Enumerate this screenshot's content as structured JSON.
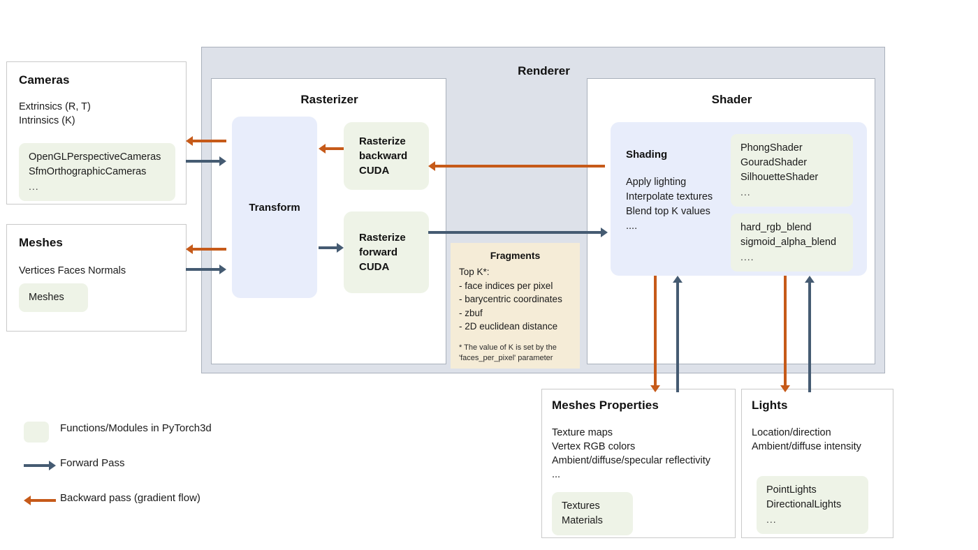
{
  "renderer": {
    "title": "Renderer",
    "rasterizer": {
      "title": "Rasterizer",
      "transform_label": "Transform",
      "rasterize_backward": "Rasterize\nbackward\nCUDA",
      "rasterize_backward_lines": [
        "Rasterize",
        "backward",
        "CUDA"
      ],
      "rasterize_forward_lines": [
        "Rasterize",
        "forward",
        "CUDA"
      ]
    },
    "fragments": {
      "title": "Fragments",
      "lines": [
        "Top K*:",
        "- face indices per pixel",
        "- barycentric coordinates",
        "- zbuf",
        "- 2D euclidean distance"
      ],
      "note_lines": [
        "* The value of K is set by the",
        "'faces_per_pixel' parameter"
      ]
    },
    "shader": {
      "title": "Shader",
      "shading_title": "Shading",
      "shading_lines": [
        "Apply lighting",
        "Interpolate textures",
        "Blend top K values",
        "...."
      ],
      "chip_shaders": [
        "PhongShader",
        "GouradShader",
        "SilhouetteShader",
        "..."
      ],
      "chip_blends": [
        "hard_rgb_blend",
        "sigmoid_alpha_blend",
        "...."
      ]
    }
  },
  "cameras": {
    "title": "Cameras",
    "lines": [
      "Extrinsics (R, T)",
      "Intrinsics (K)"
    ],
    "chip": [
      "OpenGLPerspectiveCameras",
      "SfmOrthographicCameras",
      "..."
    ]
  },
  "meshes": {
    "title": "Meshes",
    "lines": [
      "Vertices   Faces   Normals"
    ],
    "chip": [
      "Meshes"
    ]
  },
  "meshes_properties": {
    "title": "Meshes Properties",
    "lines": [
      "Texture maps",
      "Vertex RGB colors",
      "Ambient/diffuse/specular reflectivity",
      "..."
    ],
    "chip": [
      "Textures",
      "Materials"
    ]
  },
  "lights": {
    "title": "Lights",
    "lines": [
      "Location/direction",
      "Ambient/diffuse intensity"
    ],
    "chip": [
      "PointLights",
      "DirectionalLights",
      "..."
    ]
  },
  "legend": {
    "module_label": "Functions/Modules in PyTorch3d",
    "forward_label": "Forward Pass",
    "backward_label": "Backward pass (gradient flow)"
  },
  "colors": {
    "module_green": "#eef3e7",
    "block_blue": "#e8edfb",
    "renderer_gray": "#dde1e9",
    "fragments_cream": "#f5ecd7",
    "forward_arrow": "#455b72",
    "backward_arrow": "#c65a19"
  }
}
